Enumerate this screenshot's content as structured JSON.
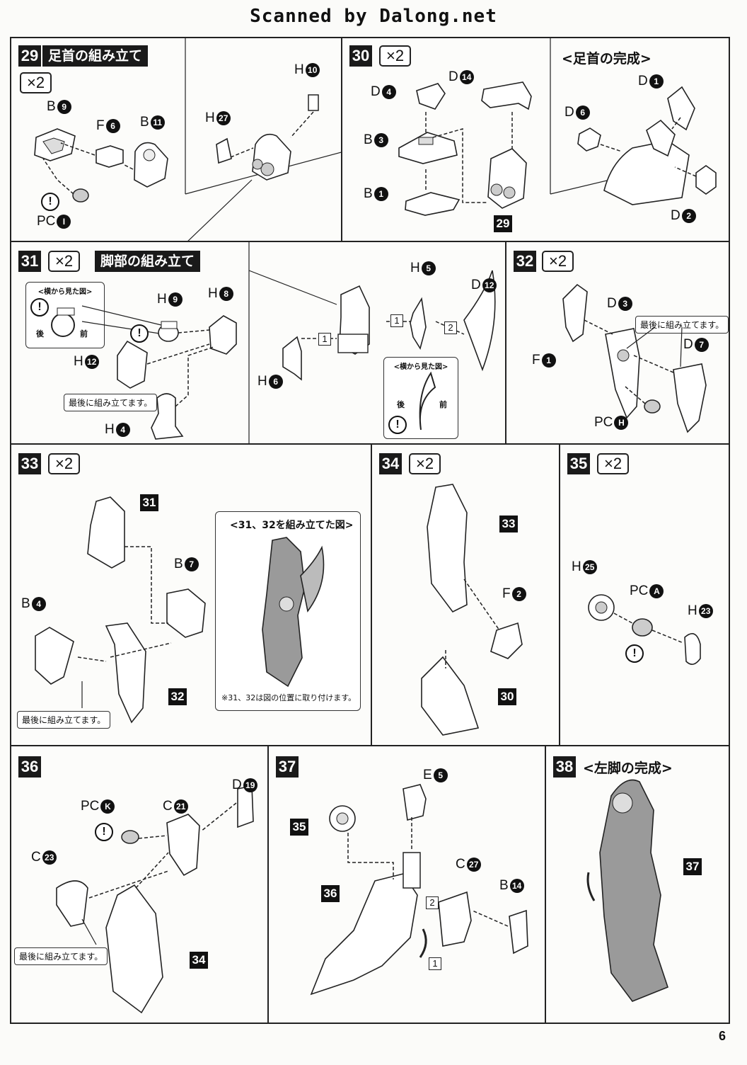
{
  "watermark": "Scanned by Dalong.net",
  "page_number": "6",
  "times2": "×2",
  "side_view_label": "<横から見た図>",
  "back_label": "後",
  "front_label": "前",
  "assemble_last": "最後に組み立てます。",
  "steps": {
    "s29": {
      "num": "29",
      "title": "足首の組み立て"
    },
    "s30": {
      "num": "30",
      "heading": "<足首の完成>"
    },
    "s31": {
      "num": "31",
      "title": "脚部の組み立て"
    },
    "s32": {
      "num": "32"
    },
    "s33": {
      "num": "33",
      "inset_title": "<31、32を組み立てた図>",
      "inset_note": "※31、32は図の位置に取り付けます。"
    },
    "s34": {
      "num": "34"
    },
    "s35": {
      "num": "35"
    },
    "s36": {
      "num": "36"
    },
    "s37": {
      "num": "37"
    },
    "s38": {
      "num": "38",
      "heading": "<左脚の完成>"
    }
  },
  "parts": {
    "p29_b9": {
      "l": "B",
      "n": "9"
    },
    "p29_f6": {
      "l": "F",
      "n": "6"
    },
    "p29_b11": {
      "l": "B",
      "n": "11"
    },
    "p29_pc": {
      "l": "PC",
      "n": "I"
    },
    "p29_h27": {
      "l": "H",
      "n": "27"
    },
    "p29_h10": {
      "l": "H",
      "n": "10"
    },
    "p30_d4": {
      "l": "D",
      "n": "4"
    },
    "p30_d14": {
      "l": "D",
      "n": "14"
    },
    "p30_b3": {
      "l": "B",
      "n": "3"
    },
    "p30_b1": {
      "l": "B",
      "n": "1"
    },
    "p30_d1": {
      "l": "D",
      "n": "1"
    },
    "p30_d6": {
      "l": "D",
      "n": "6"
    },
    "p30_d2": {
      "l": "D",
      "n": "2"
    },
    "p31_h9": {
      "l": "H",
      "n": "9"
    },
    "p31_h8": {
      "l": "H",
      "n": "8"
    },
    "p31_h12": {
      "l": "H",
      "n": "12"
    },
    "p31_h4": {
      "l": "H",
      "n": "4"
    },
    "p31_h5": {
      "l": "H",
      "n": "5"
    },
    "p31_h6": {
      "l": "H",
      "n": "6"
    },
    "p31_d12": {
      "l": "D",
      "n": "12"
    },
    "p32_d3": {
      "l": "D",
      "n": "3"
    },
    "p32_f1": {
      "l": "F",
      "n": "1"
    },
    "p32_d7": {
      "l": "D",
      "n": "7"
    },
    "p32_pc": {
      "l": "PC",
      "n": "H"
    },
    "p33_b7": {
      "l": "B",
      "n": "7"
    },
    "p33_b4": {
      "l": "B",
      "n": "4"
    },
    "p34_f2": {
      "l": "F",
      "n": "2"
    },
    "p35_h25": {
      "l": "H",
      "n": "25"
    },
    "p35_pc": {
      "l": "PC",
      "n": "A"
    },
    "p35_h23": {
      "l": "H",
      "n": "23"
    },
    "p36_d19": {
      "l": "D",
      "n": "19"
    },
    "p36_pc": {
      "l": "PC",
      "n": "K"
    },
    "p36_c21": {
      "l": "C",
      "n": "21"
    },
    "p36_c23": {
      "l": "C",
      "n": "23"
    },
    "p37_e5": {
      "l": "E",
      "n": "5"
    },
    "p37_c27": {
      "l": "C",
      "n": "27"
    },
    "p37_b14": {
      "l": "B",
      "n": "14"
    }
  },
  "refs": {
    "r30_29": "29",
    "r33_31": "31",
    "r33_32": "32",
    "r34_33": "33",
    "r34_30": "30",
    "r36_34": "34",
    "r37_35": "35",
    "r37_36": "36",
    "r38_37": "37"
  },
  "seq": {
    "one": "1",
    "two": "2"
  }
}
